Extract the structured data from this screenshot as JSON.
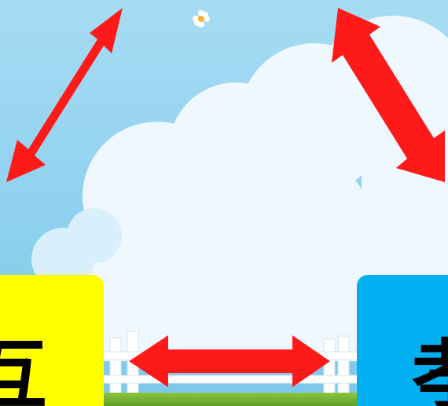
{
  "boxes": {
    "left": {
      "char": "互",
      "color": "#ffff00"
    },
    "right": {
      "char": "孝",
      "color": "#00b0f0"
    }
  },
  "arrows": {
    "color": "#ff1a1a",
    "items": [
      "top-left-double-arrow",
      "top-right-double-arrow",
      "bottom-horizontal-double-arrow"
    ]
  },
  "background": {
    "sky": "#8fd3f2",
    "cloud": "#eaf6fd"
  }
}
